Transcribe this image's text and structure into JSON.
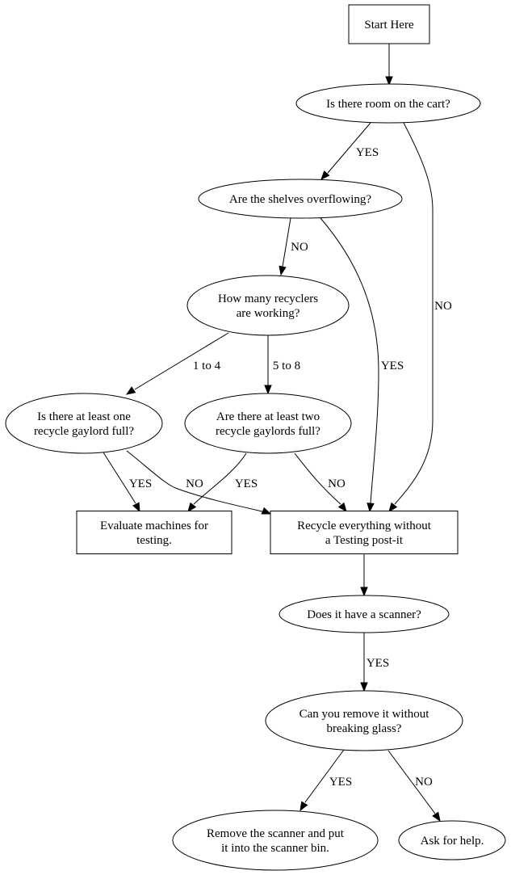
{
  "diagram": {
    "type": "flowchart",
    "nodes": [
      {
        "id": "start",
        "shape": "box",
        "lines": [
          "Start Here"
        ]
      },
      {
        "id": "room",
        "shape": "ellipse",
        "lines": [
          "Is there room on the cart?"
        ]
      },
      {
        "id": "shelves",
        "shape": "ellipse",
        "lines": [
          "Are the shelves overflowing?"
        ]
      },
      {
        "id": "howmany",
        "shape": "ellipse",
        "lines": [
          "How many recyclers",
          "are working?"
        ]
      },
      {
        "id": "one",
        "shape": "ellipse",
        "lines": [
          "Is there at least one",
          "recycle gaylord full?"
        ]
      },
      {
        "id": "two",
        "shape": "ellipse",
        "lines": [
          "Are there at least two",
          "recycle gaylords full?"
        ]
      },
      {
        "id": "evaluate",
        "shape": "box",
        "lines": [
          "Evaluate machines for",
          "testing."
        ]
      },
      {
        "id": "recycle",
        "shape": "box",
        "lines": [
          "Recycle everything without",
          "a Testing post-it"
        ]
      },
      {
        "id": "scanner",
        "shape": "ellipse",
        "lines": [
          "Does it have a scanner?"
        ]
      },
      {
        "id": "removable",
        "shape": "ellipse",
        "lines": [
          "Can you remove it without",
          "breaking glass?"
        ]
      },
      {
        "id": "remove",
        "shape": "ellipse",
        "lines": [
          "Remove the scanner and put",
          "it into the scanner bin."
        ]
      },
      {
        "id": "ask",
        "shape": "ellipse",
        "lines": [
          "Ask for help."
        ]
      }
    ],
    "edges": [
      {
        "id": "start-room",
        "from": "start",
        "to": "room",
        "label": ""
      },
      {
        "id": "room-shelves",
        "from": "room",
        "to": "shelves",
        "label": "YES"
      },
      {
        "id": "room-recycle",
        "from": "room",
        "to": "recycle",
        "label": "NO"
      },
      {
        "id": "shelves-howmany",
        "from": "shelves",
        "to": "howmany",
        "label": "NO"
      },
      {
        "id": "shelves-recycle",
        "from": "shelves",
        "to": "recycle",
        "label": "YES"
      },
      {
        "id": "howmany-one",
        "from": "howmany",
        "to": "one",
        "label": "1 to 4"
      },
      {
        "id": "howmany-two",
        "from": "howmany",
        "to": "two",
        "label": "5 to 8"
      },
      {
        "id": "one-evaluate",
        "from": "one",
        "to": "evaluate",
        "label": "YES"
      },
      {
        "id": "one-recycle",
        "from": "one",
        "to": "recycle",
        "label": "NO"
      },
      {
        "id": "two-evaluate",
        "from": "two",
        "to": "evaluate",
        "label": "YES"
      },
      {
        "id": "two-recycle",
        "from": "two",
        "to": "recycle",
        "label": "NO"
      },
      {
        "id": "recycle-scanner",
        "from": "recycle",
        "to": "scanner",
        "label": ""
      },
      {
        "id": "scanner-removable",
        "from": "scanner",
        "to": "removable",
        "label": "YES"
      },
      {
        "id": "removable-remove",
        "from": "removable",
        "to": "remove",
        "label": "YES"
      },
      {
        "id": "removable-ask",
        "from": "removable",
        "to": "ask",
        "label": "NO"
      }
    ]
  }
}
